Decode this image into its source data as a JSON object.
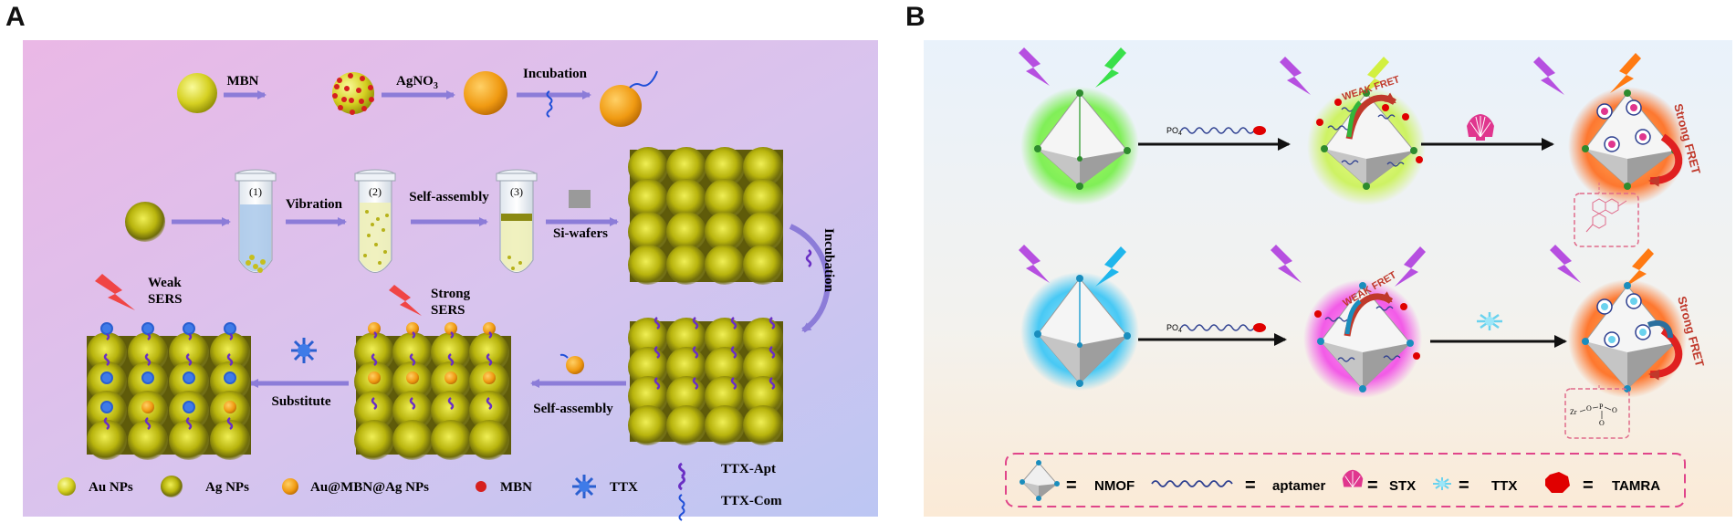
{
  "panels": {
    "a": {
      "letter": "A",
      "top_row": {
        "mbn": "MBN",
        "agno3": "AgNO",
        "agno3_sub": "3",
        "incubation": "Incubation"
      },
      "middle_row": {
        "tube_labels": [
          "(1)",
          "(2)",
          "(3)"
        ],
        "vibration": "Vibration",
        "self_assembly": "Self-assembly",
        "si_wafers": "Si-wafers",
        "incubation_vertical": "Incubation"
      },
      "bottom_row": {
        "weak": "Weak",
        "weak_sers": "SERS",
        "strong": "Strong",
        "strong_sers": "SERS",
        "substitute": "Substitute",
        "self_assembly": "Self-assembly"
      },
      "legend": {
        "au_nps": "Au NPs",
        "ag_nps": "Ag NPs",
        "au_mbn_ag": "Au@MBN@Ag NPs",
        "mbn": "MBN",
        "ttx": "TTX",
        "ttx_apt": "TTX-Apt",
        "ttx_com": "TTX-Com"
      }
    },
    "b": {
      "letter": "B",
      "weak_fret": "WEAK FRET",
      "strong_fret": "Strong FRET",
      "po4": "PO",
      "po4_sub": "4",
      "phosphate": {
        "zr": "Zr",
        "o1": "O",
        "p": "P",
        "o2": "O",
        "o3": "O"
      },
      "legend": {
        "eq": "=",
        "nmof": "NMOF",
        "aptamer": "aptamer",
        "stx": "STX",
        "ttx": "TTX",
        "tamra": "TAMRA"
      }
    }
  }
}
